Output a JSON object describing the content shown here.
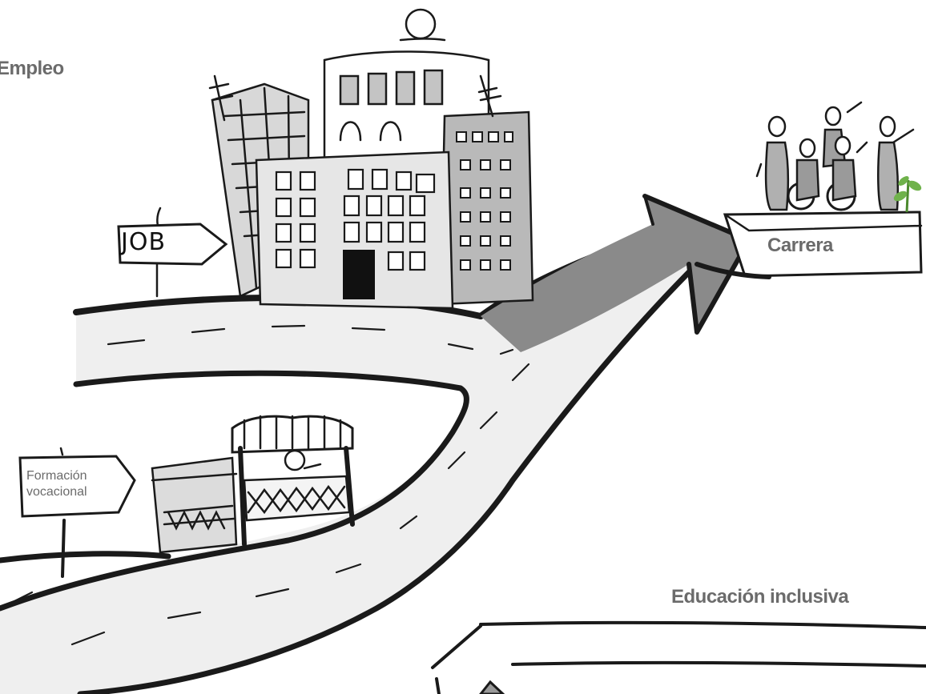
{
  "labels": {
    "empleo": "Empleo",
    "carrera": "Carrera",
    "educacion": "Educación inclusiva",
    "formacion_line1": "Formación",
    "formacion_line2": "vocacional",
    "job_sign": "JOB"
  },
  "colors": {
    "road_fill": "#efefef",
    "road_edge": "#1a1a1a",
    "arrow_fill": "#8a8a8a",
    "label_text": "#6b6b6b",
    "plant_green": "#6fb24b"
  },
  "icons": [
    "building-cluster-icon",
    "job-sign-icon",
    "market-stall-icon",
    "people-group-icon",
    "plant-icon",
    "signpost-icon"
  ]
}
